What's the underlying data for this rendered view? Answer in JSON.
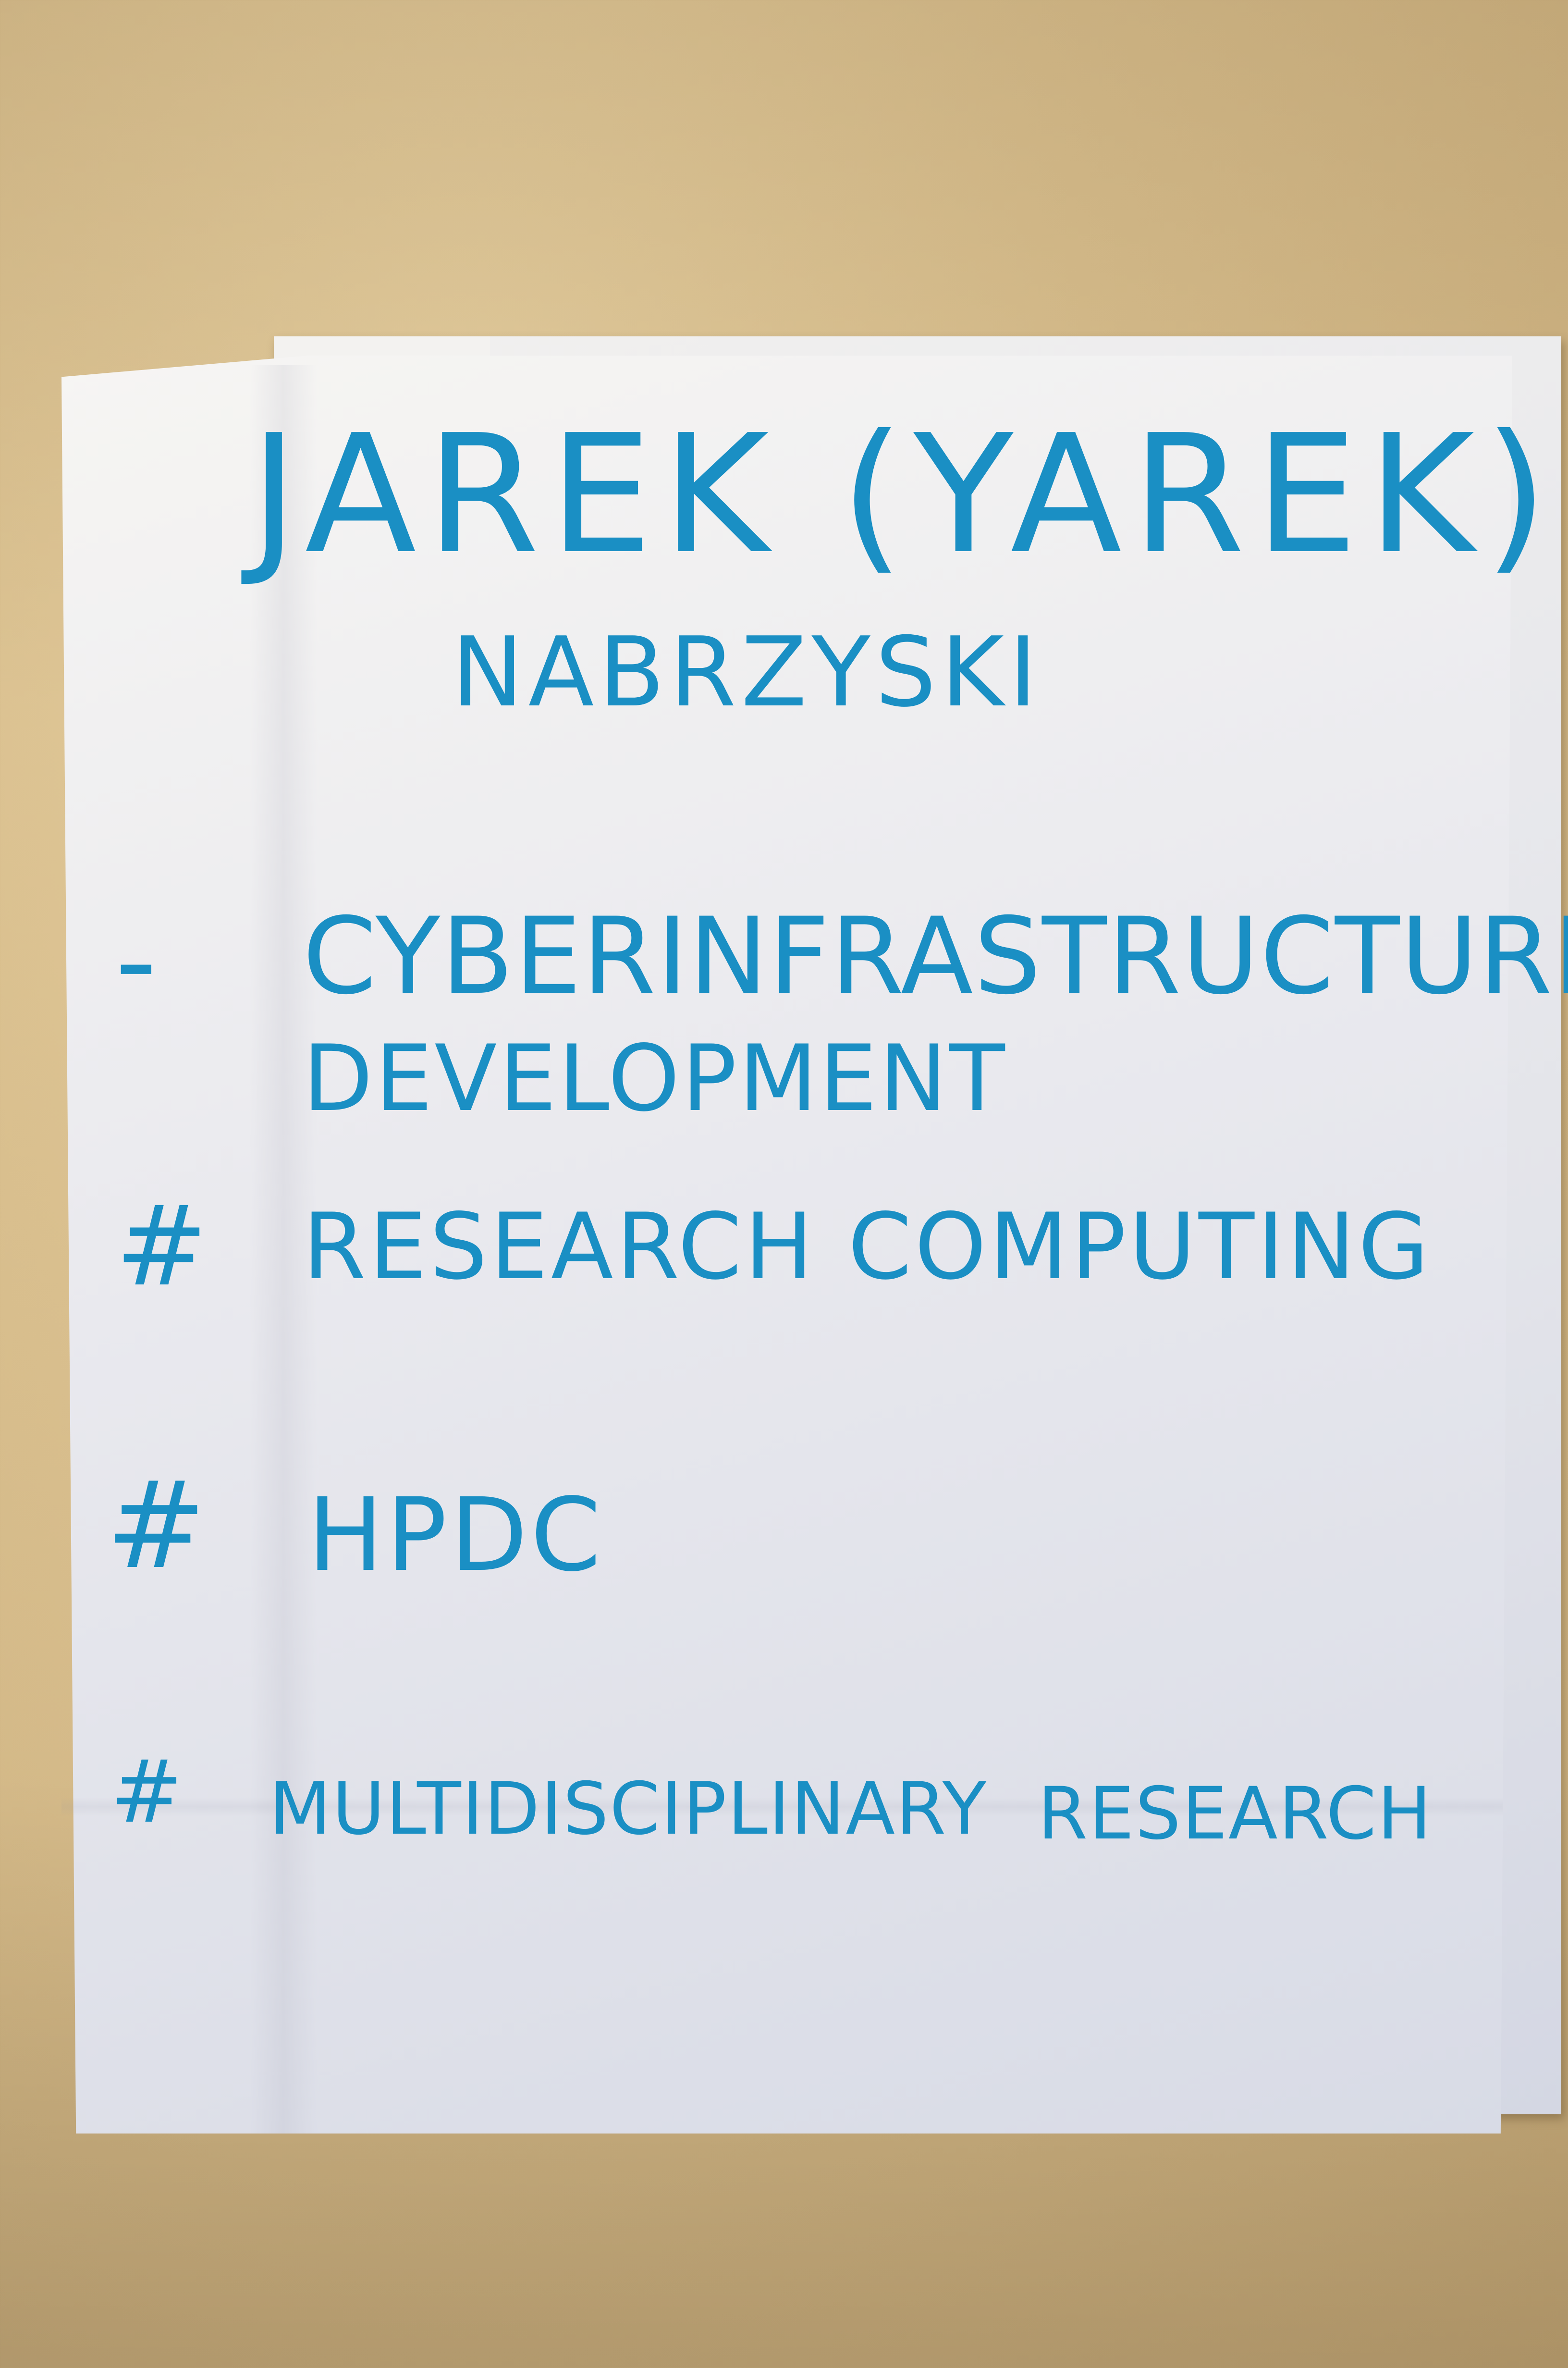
{
  "poster": {
    "name": "JAREK (YAREK)",
    "surname": "NABRZYSKI",
    "items": [
      {
        "marker": "-",
        "lines": [
          "CYBERINFRASTRUCTURE",
          "DEVELOPMENT"
        ]
      },
      {
        "marker": "#",
        "lines": [
          "RESEARCH COMPUTING"
        ]
      },
      {
        "marker": "#",
        "lines": [
          "HPDC"
        ]
      },
      {
        "marker": "#",
        "lines": [
          "MULTIDISCIPLINARY",
          "RESEARCH"
        ]
      }
    ],
    "ink_color": "#1a8fc4",
    "paper_color": "#ecebef",
    "wall_color": "#d9bf8e"
  }
}
